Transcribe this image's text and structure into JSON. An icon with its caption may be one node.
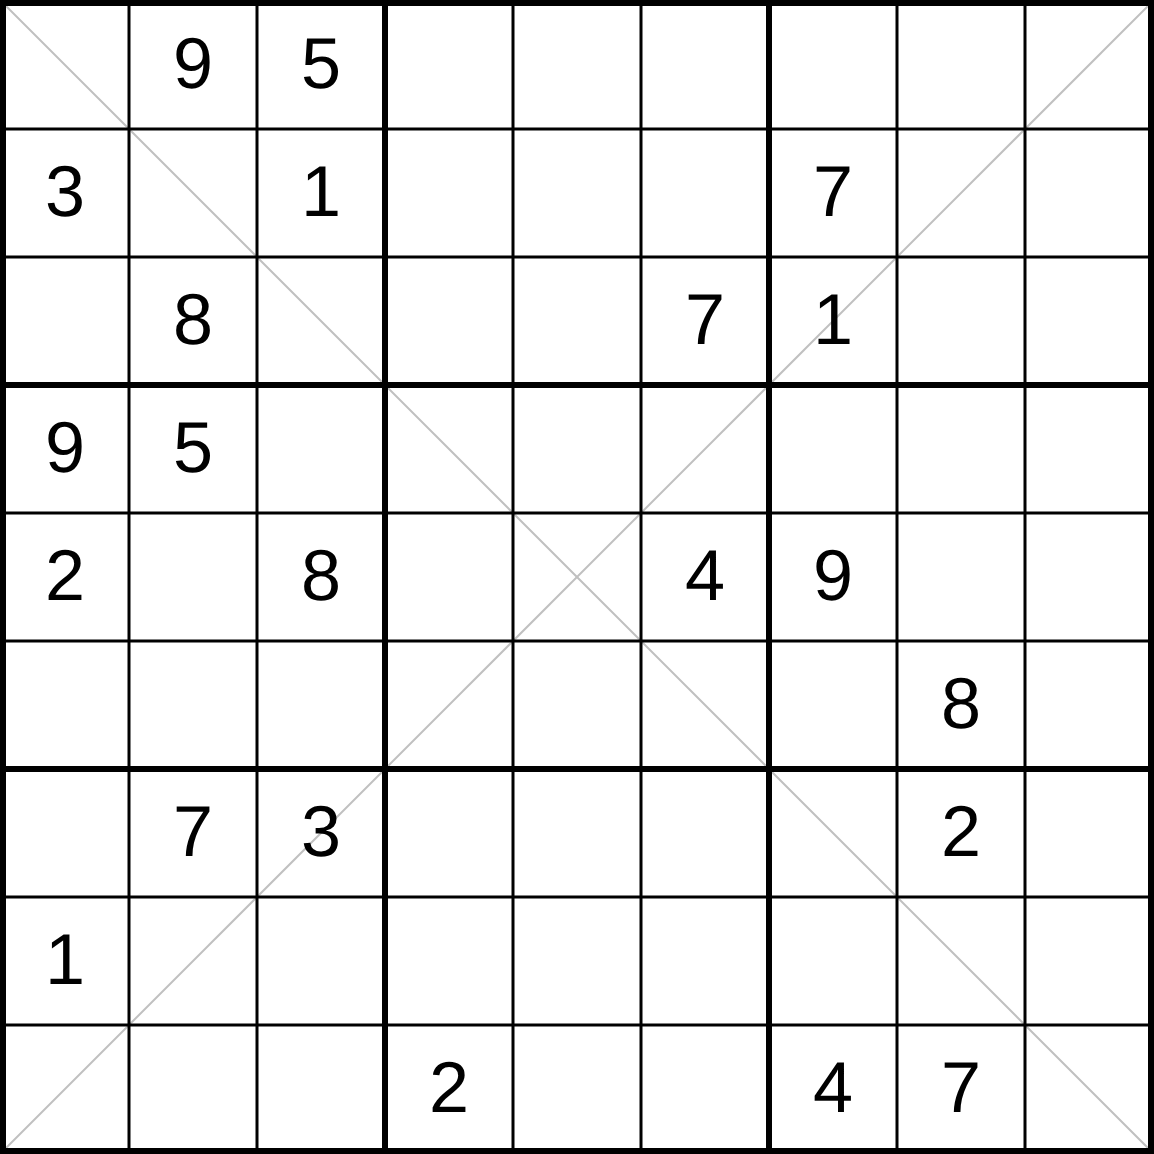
{
  "diagram": {
    "labels": [
      "9",
      "5",
      "3",
      "1",
      "7",
      "8",
      "7",
      "1",
      "9",
      "5",
      "2",
      "8",
      "4",
      "9",
      "8",
      "7",
      "3",
      "2",
      "1",
      "2",
      "4",
      "7"
    ]
  }
}
